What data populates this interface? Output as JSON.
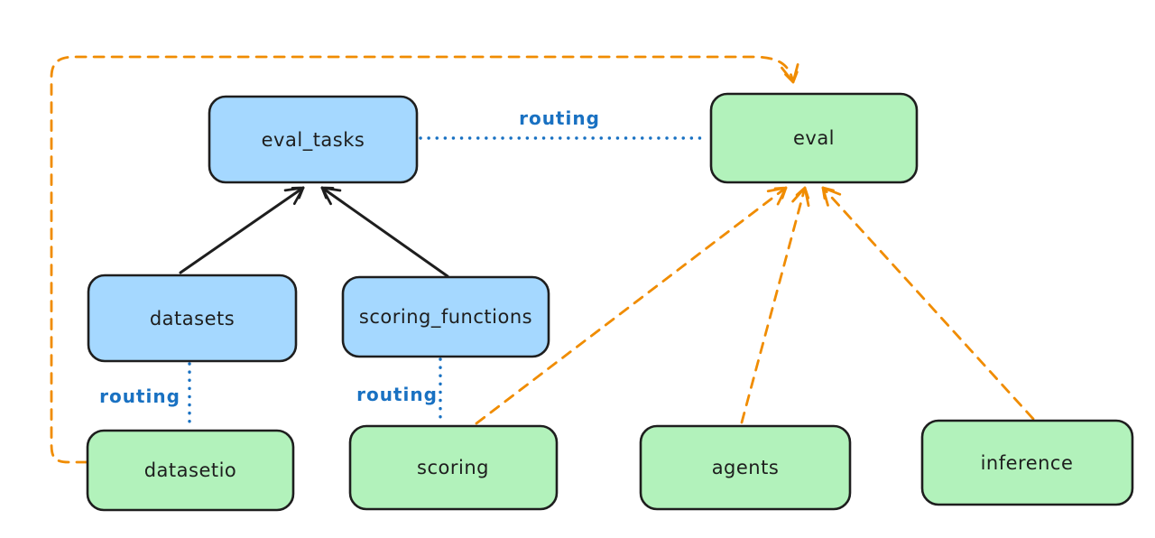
{
  "diagram": {
    "nodes": [
      {
        "id": "eval_tasks",
        "label": "eval_tasks"
      },
      {
        "id": "eval",
        "label": "eval"
      },
      {
        "id": "datasets",
        "label": "datasets"
      },
      {
        "id": "scoring_functions",
        "label": "scoring_functions"
      },
      {
        "id": "datasetio",
        "label": "datasetio"
      },
      {
        "id": "scoring",
        "label": "scoring"
      },
      {
        "id": "agents",
        "label": "agents"
      },
      {
        "id": "inference",
        "label": "inference"
      }
    ],
    "edge_labels": [
      {
        "id": "routing-eval_tasks-eval",
        "label": "routing"
      },
      {
        "id": "routing-datasets-datasetio",
        "label": "routing"
      },
      {
        "id": "routing-scoringfns-scoring",
        "label": "routing"
      }
    ],
    "colors": {
      "node_blue": "#a5d8ff",
      "node_green": "#b2f2bb",
      "stroke": "#1e1e1e",
      "orange": "#f08c00",
      "routing_blue": "#1971c2",
      "background": "#ffffff"
    }
  }
}
